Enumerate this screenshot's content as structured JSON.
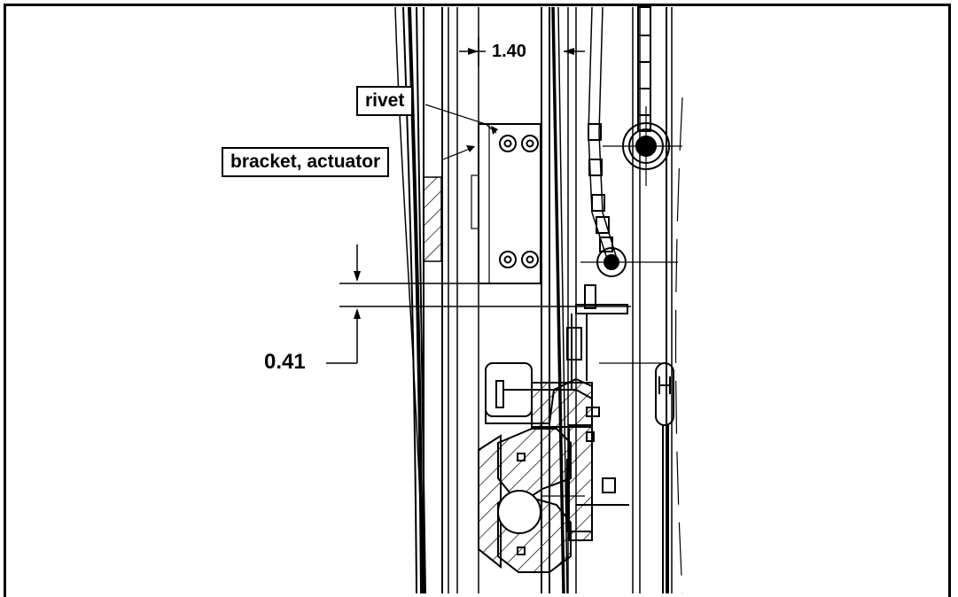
{
  "labels": {
    "rivet": "rivet",
    "bracket": "bracket, actuator"
  },
  "dimensions": {
    "horizontal": "1.40",
    "vertical": "0.41"
  },
  "colors": {
    "line": "#000000",
    "background": "#ffffff"
  }
}
